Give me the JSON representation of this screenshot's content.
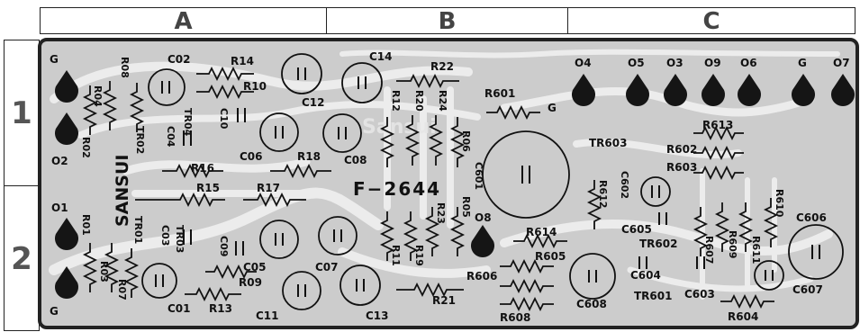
{
  "grid": {
    "columns": [
      "A",
      "B",
      "C"
    ],
    "rows": [
      "1",
      "2"
    ]
  },
  "board": {
    "id_text": "F−2644",
    "brand": "SANSUI",
    "watermark": "Sansui",
    "colors": {
      "board": "#c9c9c9",
      "trace": "#ededed",
      "ink": "#111111",
      "pad": "#151515"
    }
  },
  "terminals": [
    {
      "label": "G"
    },
    {
      "label": "O2"
    },
    {
      "label": "O1"
    },
    {
      "label": "G"
    },
    {
      "label": "O8"
    },
    {
      "label": "G"
    },
    {
      "label": "O4"
    },
    {
      "label": "O5"
    },
    {
      "label": "O3"
    },
    {
      "label": "O9"
    },
    {
      "label": "O6"
    },
    {
      "label": "G"
    },
    {
      "label": "O7"
    }
  ],
  "components": {
    "resistors": [
      "R14",
      "R10",
      "R22",
      "R16",
      "R18",
      "R15",
      "R17",
      "R12",
      "R20",
      "R24",
      "R06",
      "R05",
      "R23",
      "R11",
      "R19",
      "R21",
      "R13",
      "R09",
      "R04",
      "R08",
      "R02",
      "R01",
      "R03",
      "R07",
      "R601",
      "R613",
      "R602",
      "R603",
      "R612",
      "R610",
      "R609",
      "R611",
      "R607",
      "R614",
      "R605",
      "R606",
      "R608",
      "R604"
    ],
    "capacitors": [
      "C02",
      "C14",
      "C12",
      "C06",
      "C08",
      "C04",
      "C10",
      "C03",
      "C09",
      "C05",
      "C07",
      "C11",
      "C13",
      "C01",
      "C601",
      "C602",
      "C605",
      "C606",
      "C604",
      "C603",
      "C607",
      "C608"
    ],
    "transistors": [
      "TR02",
      "TR04",
      "TR01",
      "TR03",
      "TR603",
      "TR602",
      "TR601"
    ]
  }
}
